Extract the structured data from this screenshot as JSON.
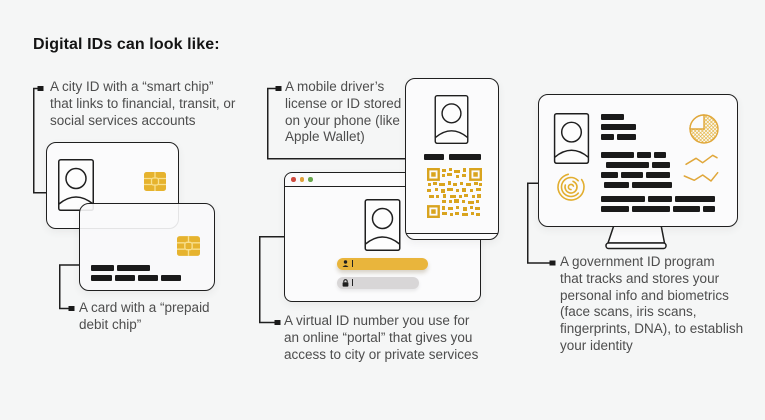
{
  "title": "Digital IDs can look like:",
  "colors": {
    "background": "#f5f6f6",
    "title": "#141414",
    "text": "#4d4d4d",
    "outline": "#1f1f1f",
    "bar_black": "#1a1a1a",
    "gold": "#e0a73a",
    "gold_deep": "#d9a41f",
    "chip_gold": "#e6b32e",
    "field_gold": "#e9b53c",
    "field_gray": "#d8d6d7",
    "dot_red": "#cf4a3e",
    "dot_amber": "#e1a23b",
    "dot_green": "#67a74c"
  },
  "annotations": {
    "city_id": [
      "A city ID with a “smart chip”",
      "that links to financial, transit, or",
      "social services accounts"
    ],
    "prepaid_card": [
      "A card with a “prepaid",
      "debit chip”"
    ],
    "mobile_license": [
      "A mobile driver’s",
      "license or ID stored",
      "on your phone (like",
      "Apple Wallet)"
    ],
    "virtual_id": [
      "A virtual ID number you use for",
      "an online “portal” that gives you",
      "access to city or private services"
    ],
    "government_id": [
      "A government ID program",
      "that tracks and stores your",
      "personal info and biometrics",
      "(face scans, iris scans,",
      "fingerprints, DNA), to establish",
      "your identity"
    ]
  },
  "icons": {
    "figures": [
      "id-card",
      "prepaid-card",
      "smart-chip",
      "photo-portrait",
      "phone",
      "qr-code",
      "browser-window",
      "username-field",
      "password-field",
      "user-icon",
      "lock-icon",
      "monitor",
      "fingerprint",
      "pie-chart",
      "line-chart",
      "redacted-text-bars"
    ]
  }
}
